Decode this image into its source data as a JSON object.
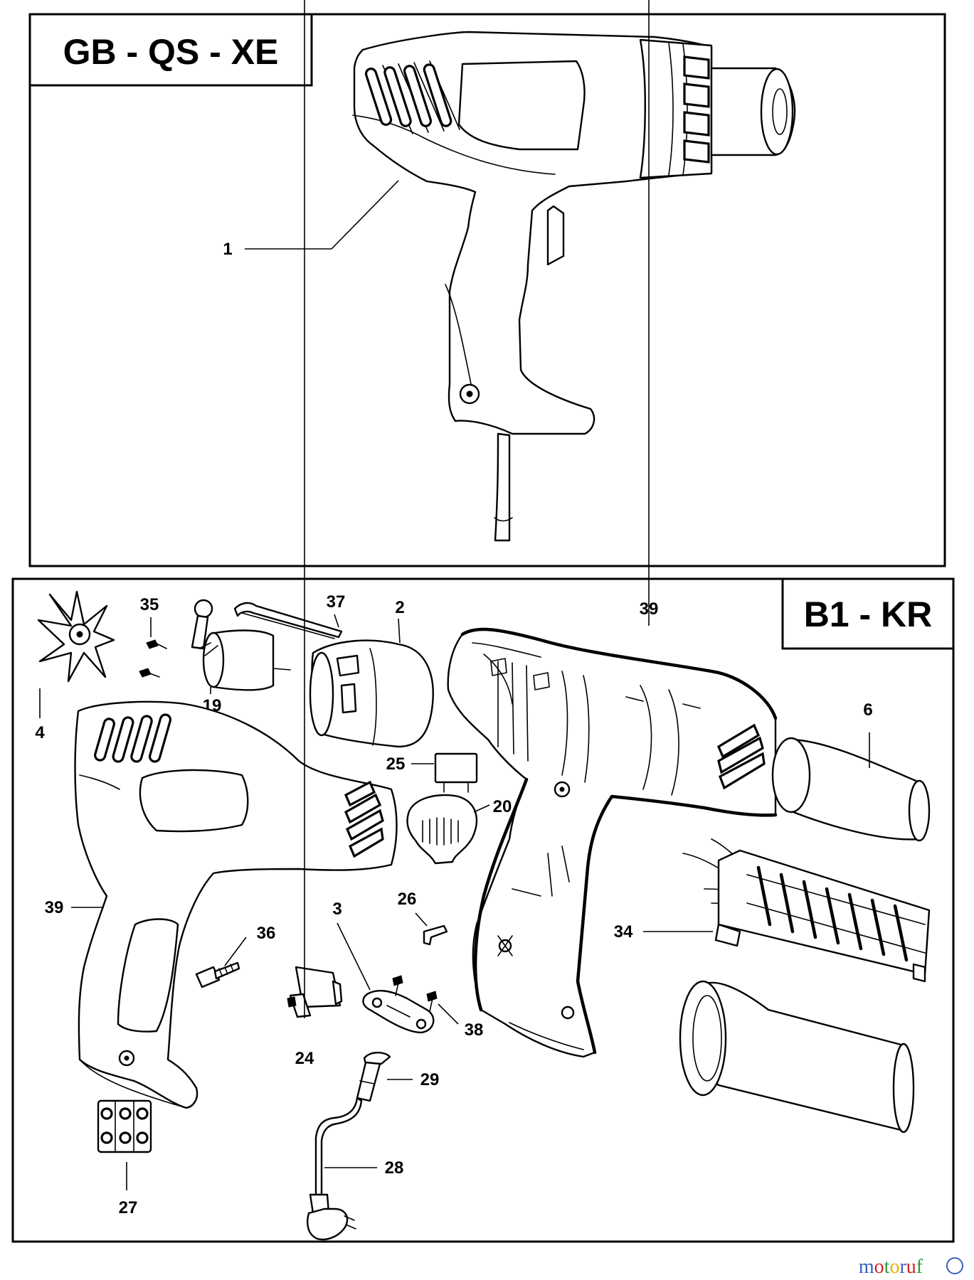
{
  "panels": [
    {
      "id": "top",
      "title": "GB - QS - XE"
    },
    {
      "id": "bottom",
      "title": "B1 - KR"
    }
  ],
  "callouts": {
    "p1": "1",
    "p2": "2",
    "p3": "3",
    "p4": "4",
    "p6": "6",
    "p19": "19",
    "p20": "20",
    "p24": "24",
    "p25": "25",
    "p26": "26",
    "p27": "27",
    "p28": "28",
    "p29": "29",
    "p34": "34",
    "p35": "35",
    "p36": "36",
    "p37": "37",
    "p38": "38",
    "p39_left": "39",
    "p39_top": "39"
  },
  "watermark": {
    "letters": [
      "m",
      "o",
      "t",
      "o",
      "r",
      "u",
      "f"
    ],
    "colors": [
      "#3a5fbf",
      "#d2222a",
      "#2a9d3a",
      "#e8b100",
      "#3a5fbf",
      "#d2222a",
      "#2a9d3a"
    ]
  }
}
